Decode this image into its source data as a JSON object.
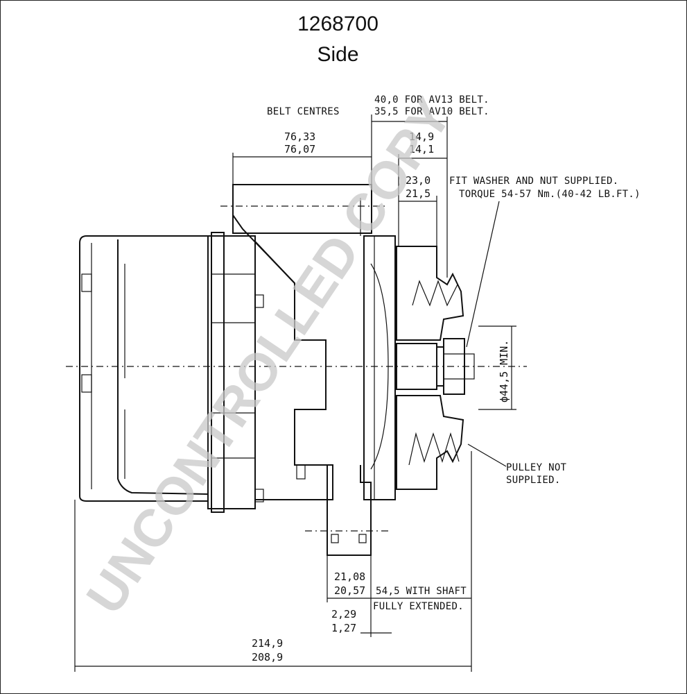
{
  "title": {
    "part_number": "1268700",
    "view": "Side"
  },
  "notes": {
    "belt_centres": "BELT CENTRES",
    "belt_av13": "40,0 FOR AV13 BELT.",
    "belt_av10": "35,5 FOR AV10 BELT.",
    "washer_line1": "FIT WASHER AND NUT SUPPLIED.",
    "washer_line2": "TORQUE 54-57 Nm.(40-42 LB.FT.)",
    "pulley_line1": "PULLEY NOT",
    "pulley_line2": "SUPPLIED.",
    "shaft_line1": "54,5 WITH SHAFT",
    "shaft_line2": "FULLY EXTENDED."
  },
  "dimensions": {
    "d1_upper": "76,33",
    "d1_lower": "76,07",
    "d2_upper": "14,9",
    "d2_lower": "14,1",
    "d3_upper": "23,0",
    "d3_lower": "21,5",
    "shaft_dia": "ϕ44,5 MIN.",
    "d4_upper": "21,08",
    "d4_lower": "20,57",
    "d5_upper": "2,29",
    "d5_lower": "1,27",
    "d6_upper": "214,9",
    "d6_lower": "208,9"
  },
  "watermark": "UNCONTROLLED COPY"
}
